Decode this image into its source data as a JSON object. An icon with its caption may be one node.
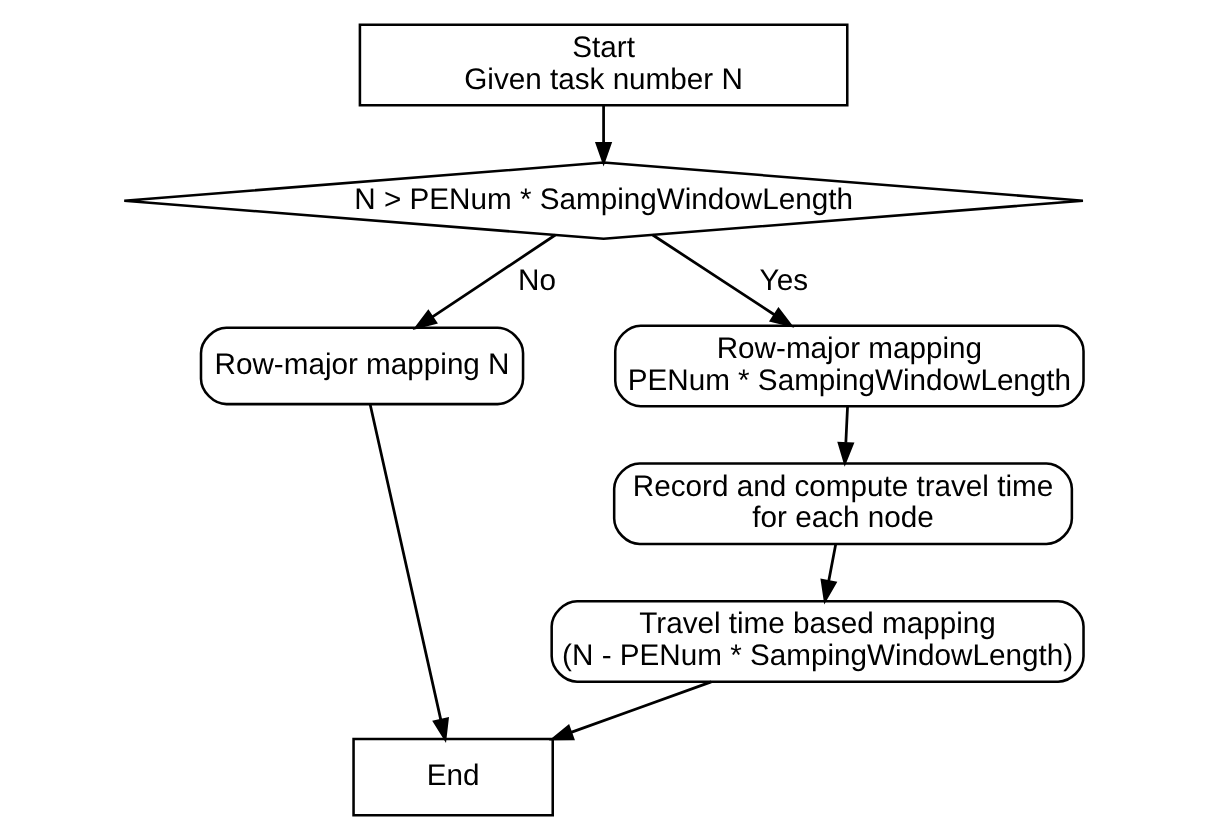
{
  "diagram": {
    "nodes": [
      {
        "text": [
          "Start",
          "Given task number N"
        ]
      },
      {
        "text": [
          "N > PENum * SampingWindowLength"
        ]
      },
      {
        "text": [
          "Row-major mapping PENum * SampingWindowLength"
        ]
      },
      {
        "text": [
          "Row-major mapping N"
        ]
      },
      {
        "text": [
          "Record and compute travel time for each node"
        ]
      },
      {
        "text": [
          "Travel time based mapping (N - PENum * SampingWindowLength)"
        ]
      },
      {
        "text": [
          "End"
        ]
      }
    ],
    "edges": [
      {
        "from": 0,
        "to": 1,
        "arrow": "to"
      },
      {
        "from": 1,
        "to": 2,
        "arrow": "to",
        "label": "Yes"
      },
      {
        "from": 1,
        "to": 3,
        "arrow": "to",
        "label": "No"
      },
      {
        "from": 2,
        "to": 4,
        "arrow": "to"
      },
      {
        "from": 4,
        "to": 5,
        "arrow": "to"
      },
      {
        "from": 5,
        "to": 6,
        "arrow": "to"
      },
      {
        "from": 3,
        "to": 6,
        "arrow": "to"
      }
    ]
  }
}
